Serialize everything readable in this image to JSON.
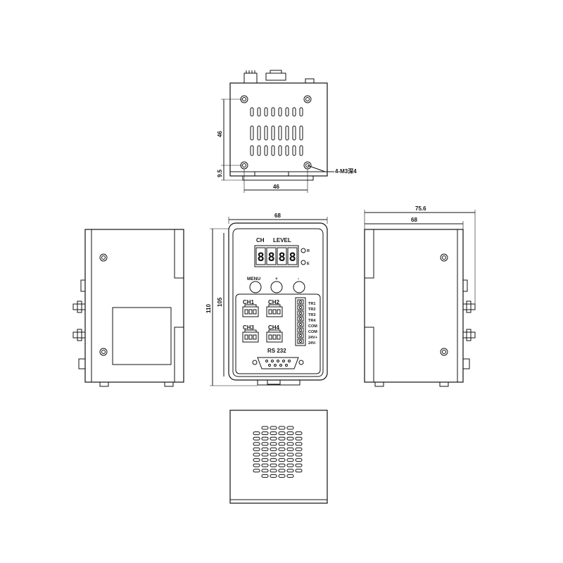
{
  "dimensions": {
    "top_height": "46",
    "top_hole_offset": "9.5",
    "top_width": "46",
    "hole_callout": "4-M3深4",
    "front_width": "68",
    "front_height_outer": "110",
    "front_height_inner": "105",
    "side_depth_total": "75.6",
    "side_depth": "68"
  },
  "panel": {
    "ch_label": "CH",
    "level_label": "LEVEL",
    "display_value": "8.8.8.8",
    "led_r": "R",
    "led_e": "E",
    "menu_label": "MENU",
    "plus_label": "+",
    "minus_label": "-",
    "channels": [
      "CH1",
      "CH2",
      "CH3",
      "CH4"
    ],
    "terminals": [
      "TR1",
      "TR2",
      "TR3",
      "TR4",
      "COM",
      "COM",
      "24V+",
      "24V-"
    ],
    "rs232_label": "RS 232"
  }
}
